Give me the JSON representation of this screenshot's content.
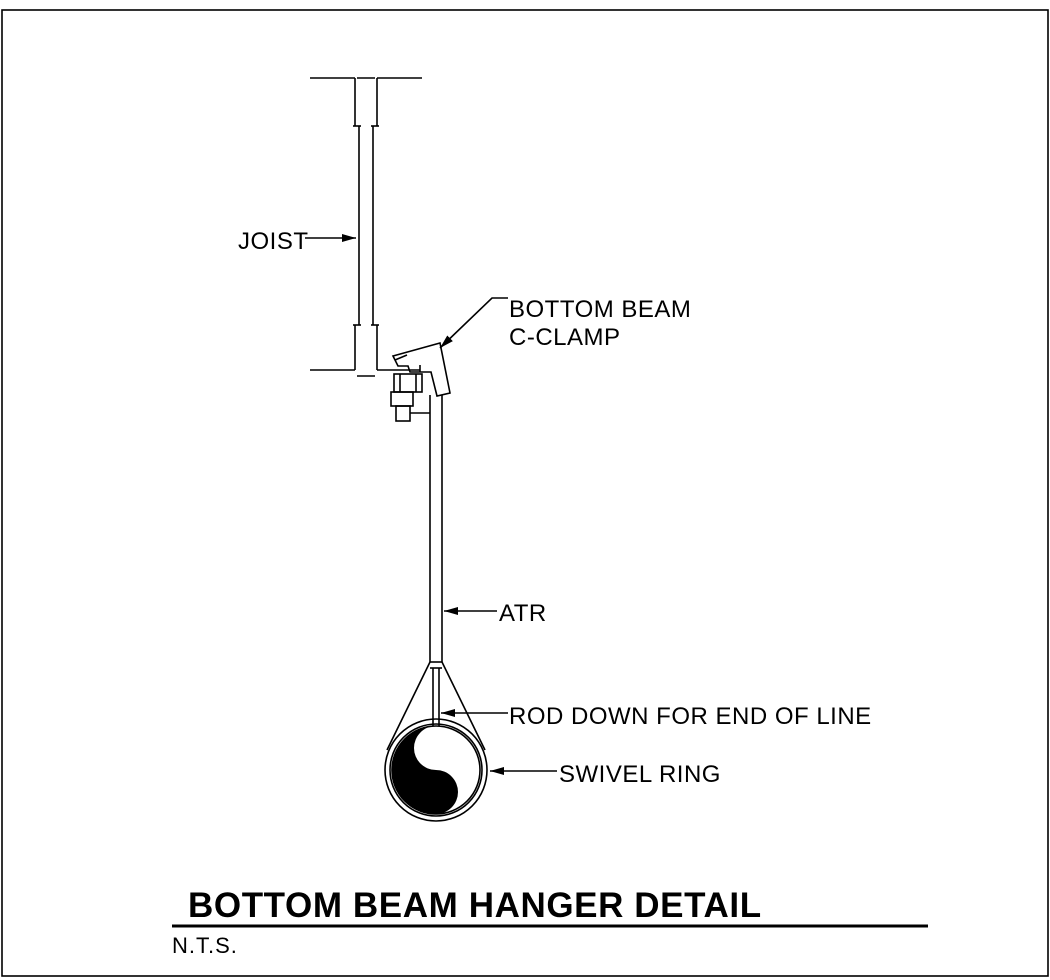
{
  "labels": {
    "joist": "JOIST",
    "clamp_line1": "BOTTOM BEAM",
    "clamp_line2": "C-CLAMP",
    "atr": "ATR",
    "rod_down": "ROD DOWN FOR END OF LINE",
    "swivel_ring": "SWIVEL RING"
  },
  "title": "BOTTOM BEAM HANGER DETAIL",
  "subtitle": "N.T.S."
}
